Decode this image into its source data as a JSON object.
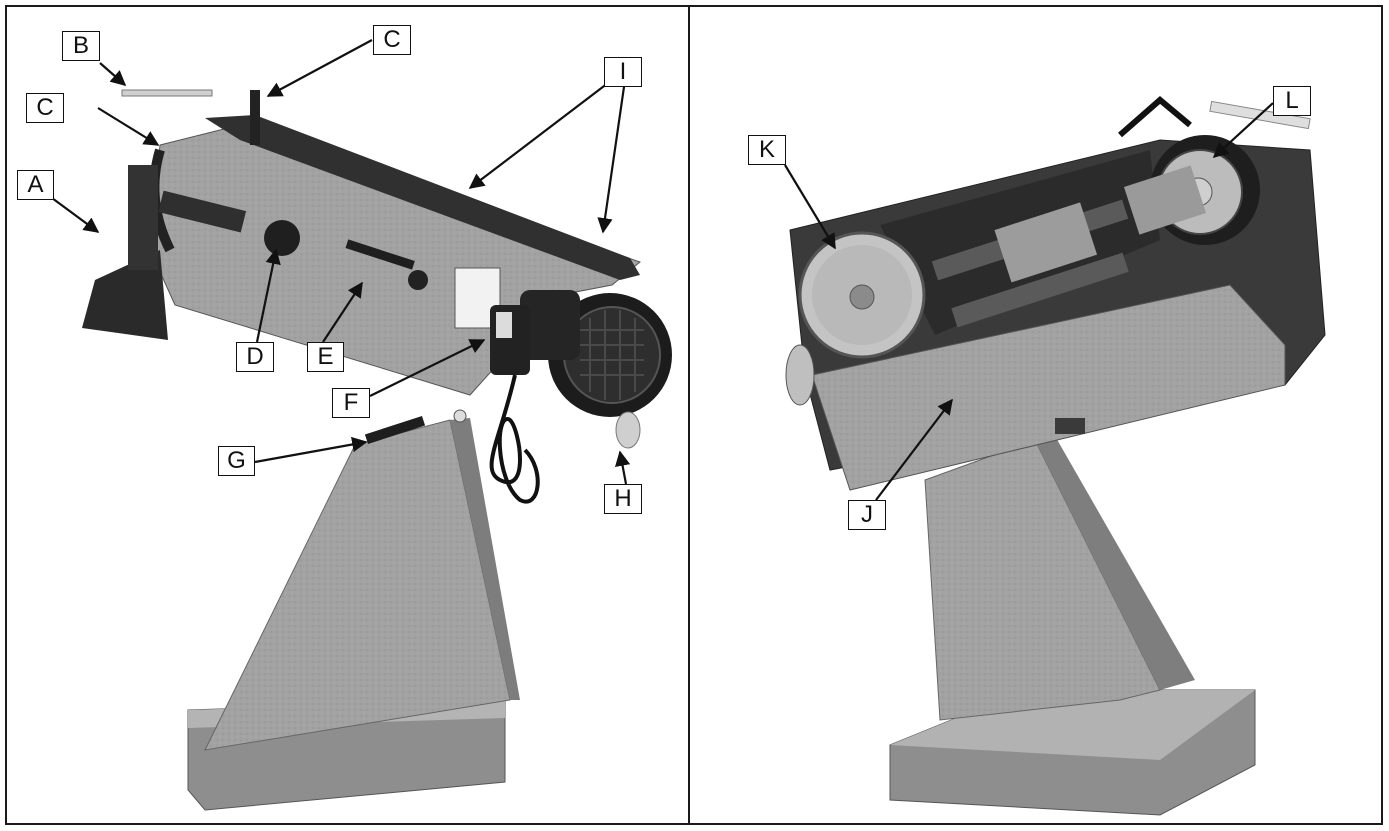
{
  "labels": {
    "A": "A",
    "B": "B",
    "C1": "C",
    "C2": "C",
    "D": "D",
    "E": "E",
    "F": "F",
    "G": "G",
    "H": "H",
    "I": "I",
    "J": "J",
    "K": "K",
    "L": "L"
  },
  "colors": {
    "frame": "#1a1a1a",
    "metal": "#9a9a9a",
    "dark": "#2a2a2a",
    "label_border": "#111111"
  }
}
